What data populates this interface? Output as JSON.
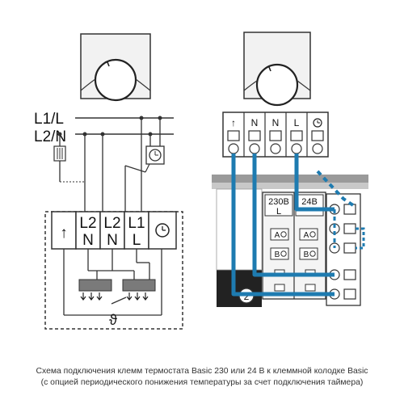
{
  "left_scheme": {
    "line_labels": [
      "L1/L",
      "L2/N"
    ],
    "terminals": [
      {
        "top": "↑",
        "bottom": ""
      },
      {
        "top": "L2",
        "bottom": "N"
      },
      {
        "top": "L2",
        "bottom": "N"
      },
      {
        "top": "L1",
        "bottom": "L"
      },
      {
        "top": "clock-icon",
        "bottom": ""
      }
    ],
    "sensor_symbol": "ϑ"
  },
  "right_scheme": {
    "terminal_labels": [
      "↑",
      "N",
      "N",
      "L",
      "clock-icon"
    ],
    "block_labels": [
      "230B",
      "24B"
    ],
    "block_sublabels": [
      "L",
      ""
    ],
    "switch_labels": [
      "A",
      "B"
    ],
    "circle_number": "2"
  },
  "caption": {
    "line1": "Схема подключения клемм термостата Basic 230 или 24 В к клеммной колодке Basic",
    "line2": "(с опцией периодического понижения температуры за счет подключения таймера)"
  },
  "colors": {
    "wire_blue": "#1e7bb0",
    "line": "#333333",
    "gray": "#9a9a9a"
  }
}
